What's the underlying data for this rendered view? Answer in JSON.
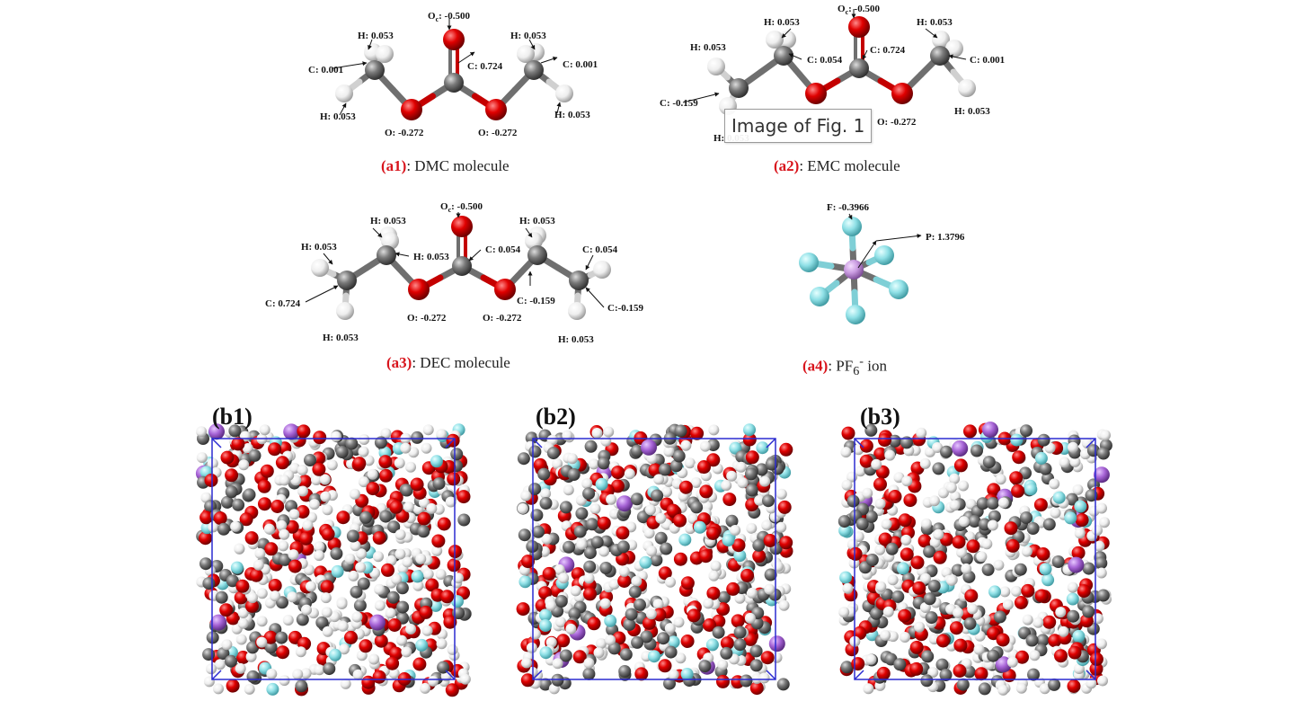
{
  "tooltip": "Image of Fig. 1",
  "molecules": {
    "a1": {
      "tag": "(a1)",
      "name": ": DMC molecule",
      "labels": [
        "Oc: -0.500",
        "H: 0.053",
        "H: 0.053",
        "C: 0.001",
        "C: 0.724",
        "C: 0.001",
        "H: 0.053",
        "H: 0.053",
        "O: -0.272",
        "O: -0.272"
      ]
    },
    "a2": {
      "tag": "(a2)",
      "name": ": EMC molecule",
      "labels": [
        "Oc: -0.500",
        "H: 0.053",
        "H: 0.053",
        "H: 0.053",
        "C: 0.054",
        "C: 0.724",
        "C: 0.001",
        "C: -0.159",
        "H: 0.053",
        "O: -0.272",
        "H: 0.053"
      ]
    },
    "a3": {
      "tag": "(a3)",
      "name": ": DEC molecule",
      "labels": [
        "Oc: -0.500",
        "H: 0.053",
        "H: 0.053",
        "H: 0.053",
        "H: 0.053",
        "C: 0.054",
        "C: 0.724",
        "C: -0.159",
        "C: 0.054",
        "C:-0.159",
        "O: -0.272",
        "O: -0.272",
        "H: 0.053",
        "H: 0.053"
      ]
    },
    "a4": {
      "tag": "(a4)",
      "name_pre": ": PF",
      "sub": "6",
      "sup": "-",
      "name_post": " ion",
      "labels": [
        "F: -0.3966",
        "P: 1.3796"
      ]
    }
  },
  "panels": [
    "(b1)",
    "(b2)",
    "(b3)"
  ],
  "colors": {
    "oxygen": "#e00000",
    "carbon": "#7a7a7a",
    "hydrogen": "#f2f2f2",
    "fluorine": "#8fe0e6",
    "phosphorus": "#c28bd6",
    "lithium": "#a764d6",
    "box": "#2b2bd0",
    "caption_tag": "#d8141c"
  }
}
